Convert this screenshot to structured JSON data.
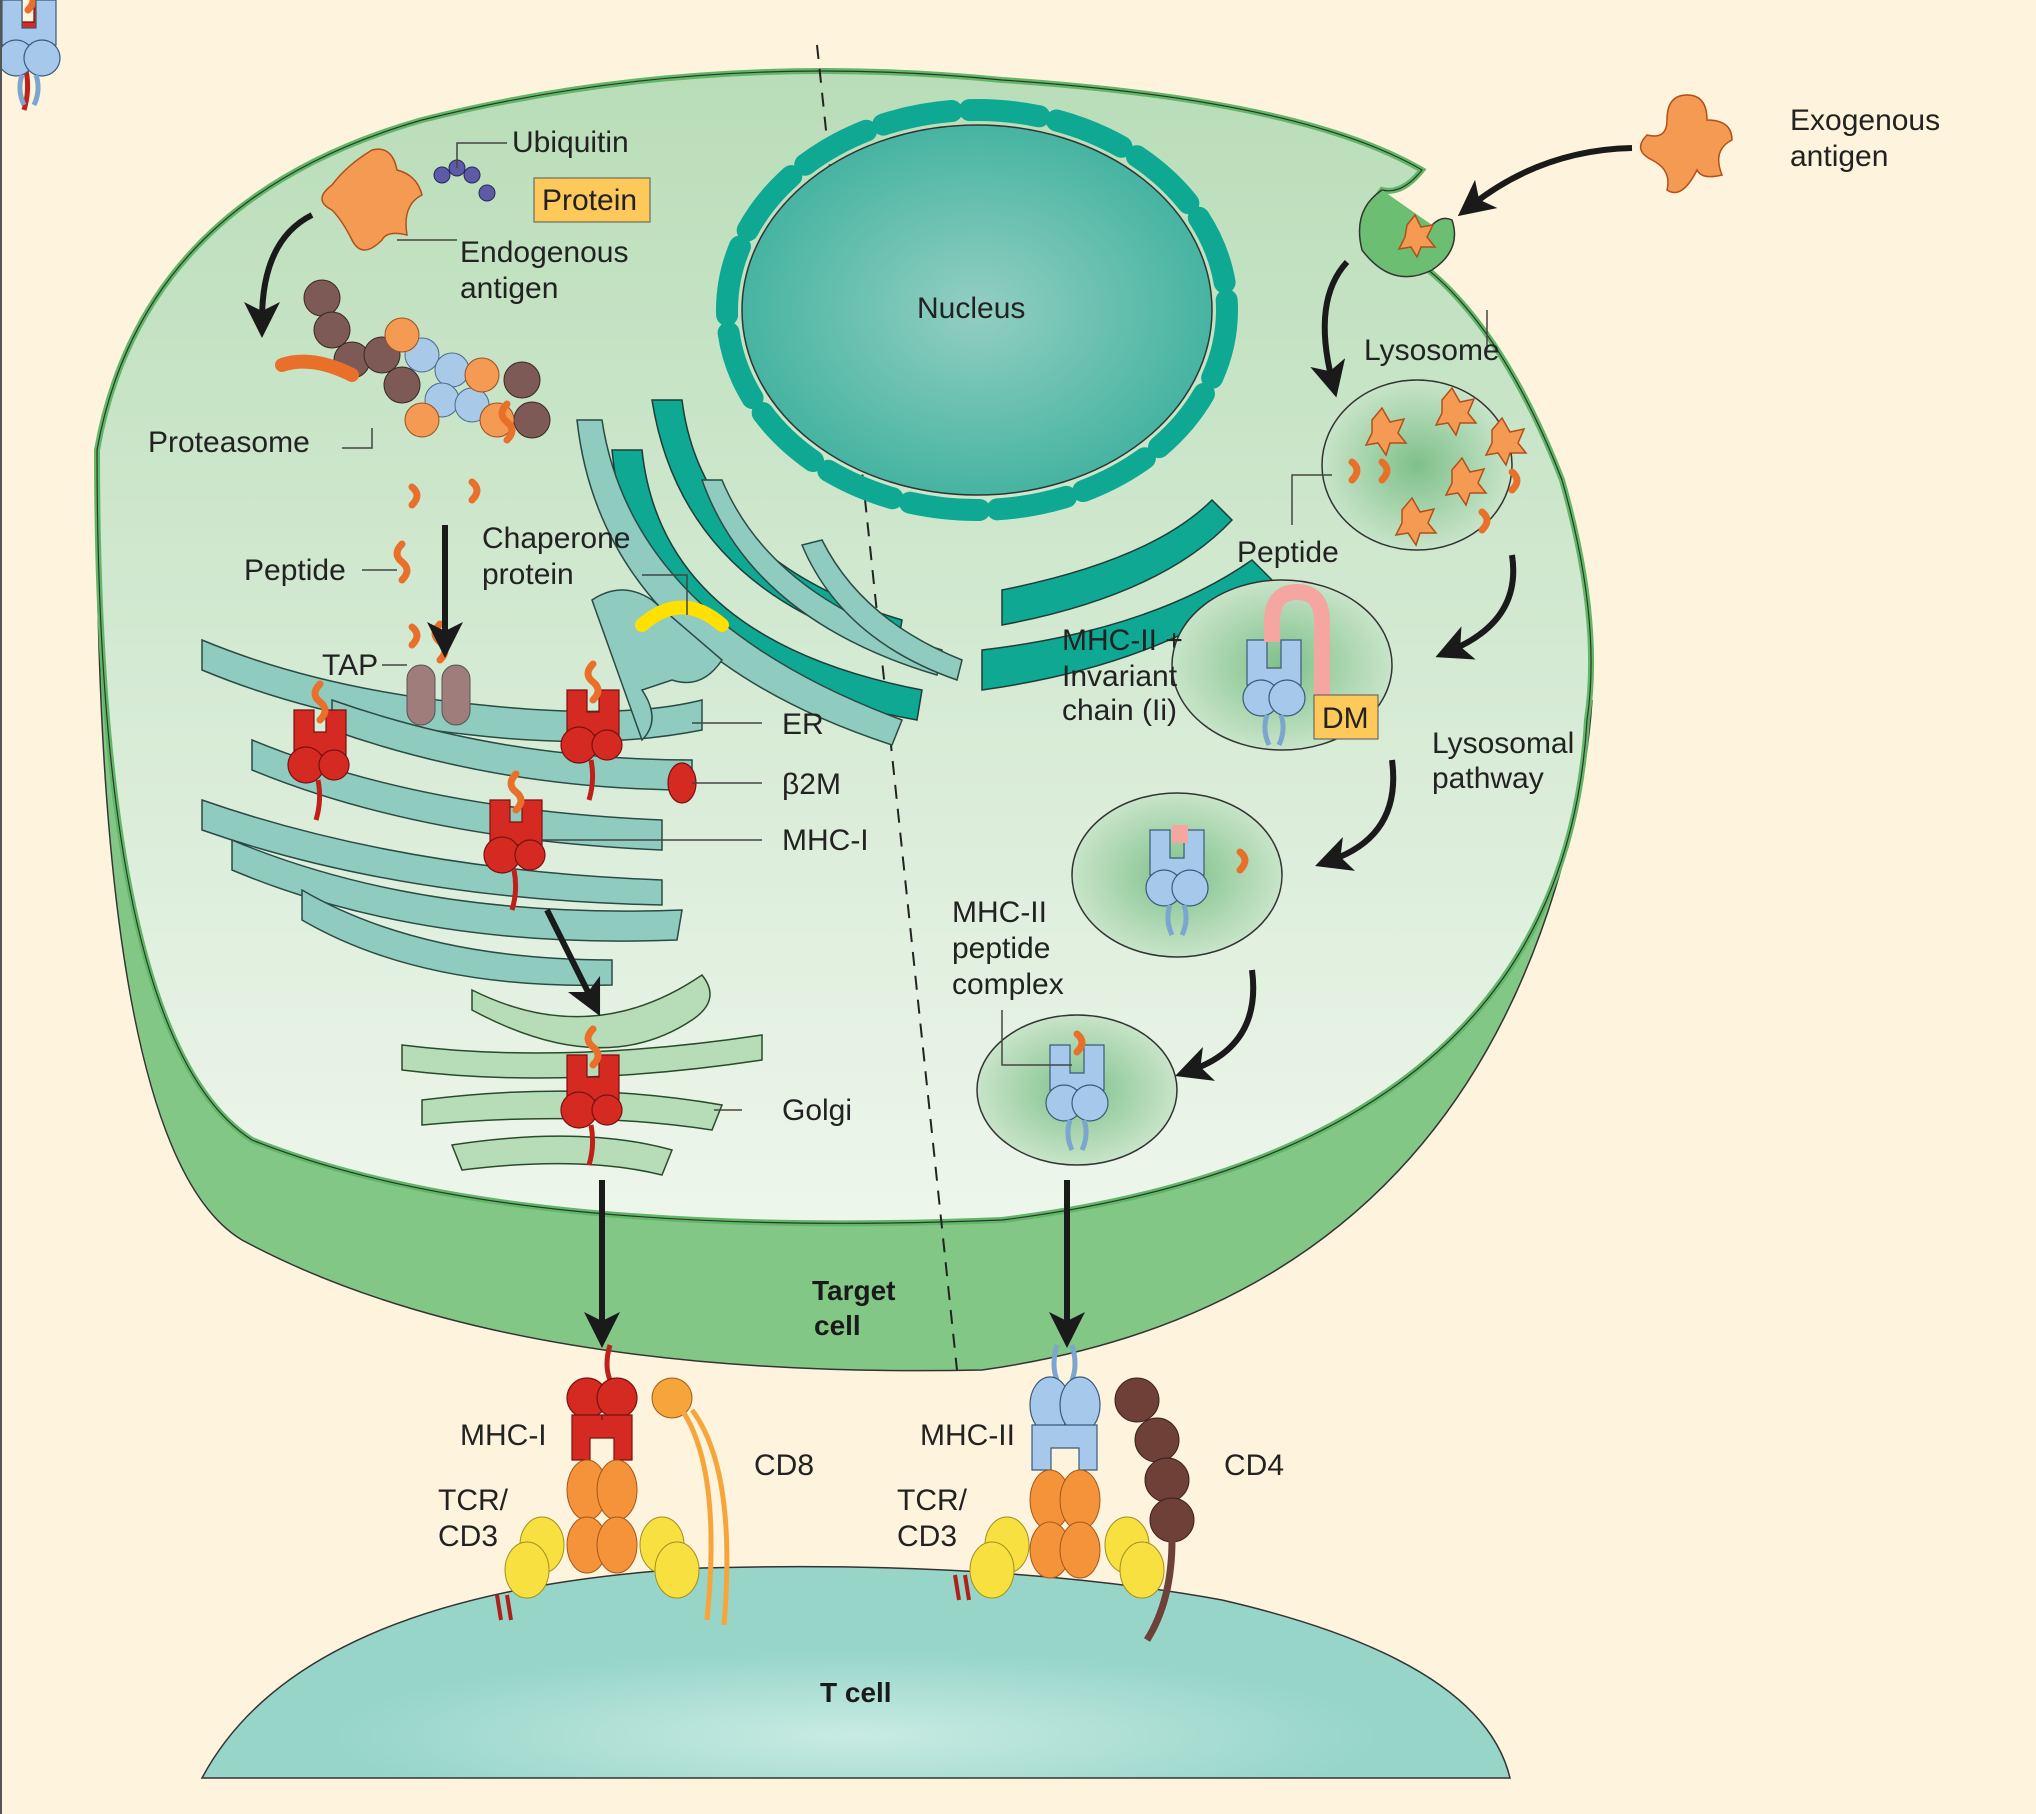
{
  "figure": {
    "labels": {
      "ubiquitin": "Ubiquitin",
      "protein_box": "Protein",
      "endogenous_antigen_1": "Endogenous",
      "endogenous_antigen_2": "antigen",
      "proteasome": "Proteasome",
      "peptide_left": "Peptide",
      "chaperone_1": "Chaperone",
      "chaperone_2": "protein",
      "tap": "TAP",
      "er": "ER",
      "b2m": "β2M",
      "mhc1_er": "MHC-I",
      "golgi": "Golgi",
      "nucleus": "Nucleus",
      "exogenous_1": "Exogenous",
      "exogenous_2": "antigen",
      "lysosome": "Lysosome",
      "peptide_right": "Peptide",
      "mhc2_ii_1": "MHC-II +",
      "mhc2_ii_2": "Invariant",
      "mhc2_ii_3": "chain (Ii)",
      "dm_box": "DM",
      "lysosomal_1": "Lysosomal",
      "lysosomal_2": "pathway",
      "mhc2_complex_1": "MHC-II",
      "mhc2_complex_2": "peptide",
      "mhc2_complex_3": "complex",
      "target_cell_1": "Target",
      "target_cell_2": "cell",
      "mhc1_surface": "MHC-I",
      "cd8": "CD8",
      "tcr_left_1": "TCR/",
      "tcr_left_2": "CD3",
      "mhc2_surface": "MHC-II",
      "cd4": "CD4",
      "tcr_right_1": "TCR/",
      "tcr_right_2": "CD3",
      "t_cell": "T cell"
    },
    "colors": {
      "background": "#fef3dc",
      "cytoplasm": "#c6e4c4",
      "membrane": "#6cbf72",
      "er": "#8fcbbf",
      "nuclear_envelope": "#0ea893",
      "mhc_i": "#d42a22",
      "mhc_ii": "#a6c8ea",
      "peptide": "#e8702a",
      "antigen": "#f49a52",
      "label_box": "#fdc95a",
      "t_cell": "#97d5c9",
      "chaperone": "#ffe000",
      "cd4": "#6e4038",
      "cd8": "#f6a53a",
      "cd3": "#f8e040"
    }
  }
}
